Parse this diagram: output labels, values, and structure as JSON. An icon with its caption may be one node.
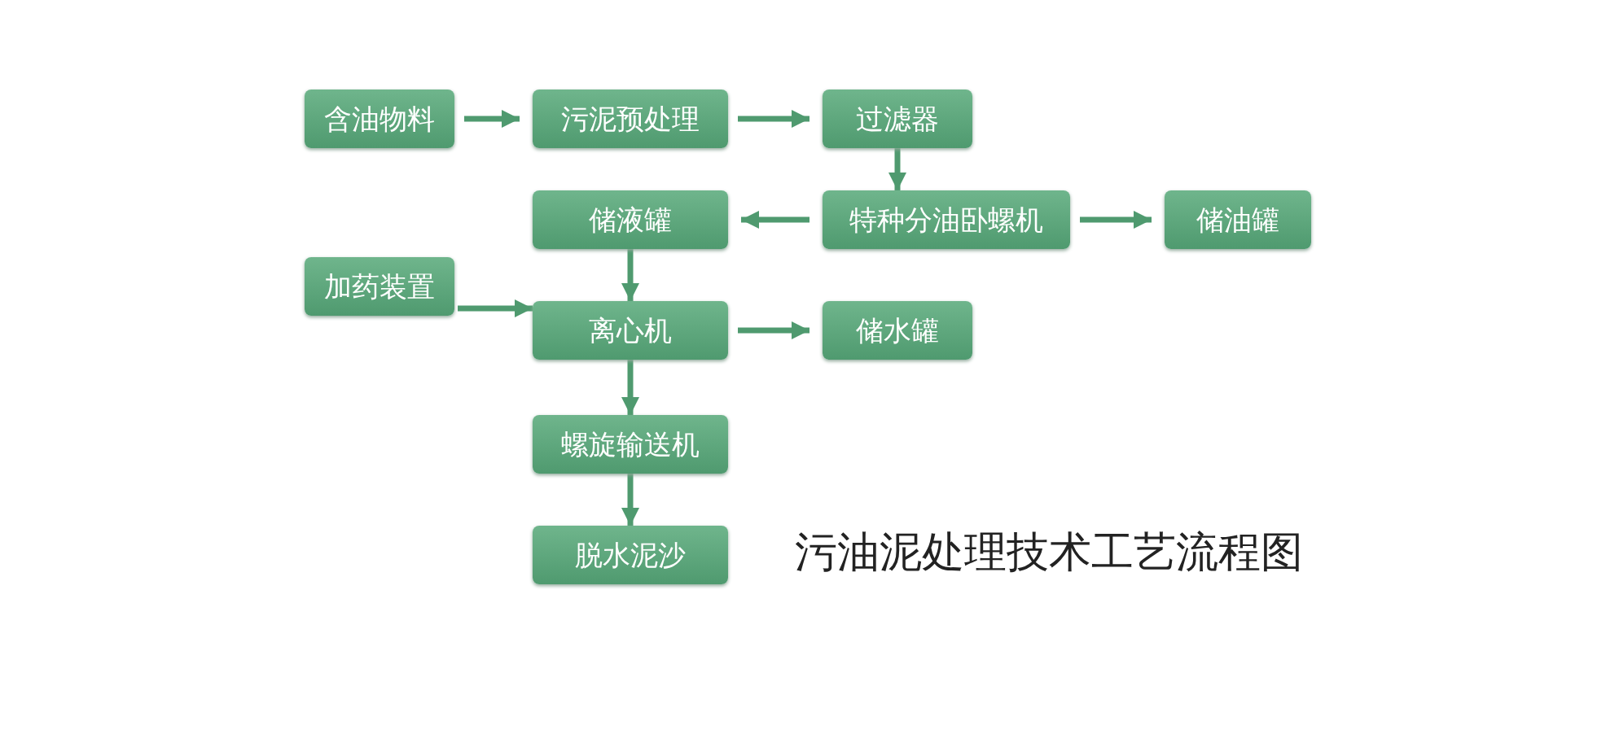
{
  "diagram": {
    "title": "污油泥处理技术工艺流程图",
    "nodes": [
      {
        "text": [
          "含油物料"
        ]
      },
      {
        "text": [
          "污泥预处理"
        ]
      },
      {
        "text": [
          "过滤器"
        ]
      },
      {
        "text": [
          "储液罐"
        ]
      },
      {
        "text": [
          "特种分油卧螺机"
        ]
      },
      {
        "text": [
          "储油罐"
        ]
      },
      {
        "text": [
          "加药装置"
        ]
      },
      {
        "text": [
          "离心机"
        ]
      },
      {
        "text": [
          "储水罐"
        ]
      },
      {
        "text": [
          "螺旋输送机"
        ]
      },
      {
        "text": [
          "脱水泥沙"
        ]
      }
    ],
    "edges": [
      {
        "from": 0,
        "to": 1,
        "arrow": "to"
      },
      {
        "from": 1,
        "to": 2,
        "arrow": "to"
      },
      {
        "from": 2,
        "to": 4,
        "arrow": "to"
      },
      {
        "from": 4,
        "to": 3,
        "arrow": "to"
      },
      {
        "from": 4,
        "to": 5,
        "arrow": "to"
      },
      {
        "from": 6,
        "to": 7,
        "arrow": "to"
      },
      {
        "from": 3,
        "to": 7,
        "arrow": "to"
      },
      {
        "from": 7,
        "to": 8,
        "arrow": "to"
      },
      {
        "from": 7,
        "to": 9,
        "arrow": "to"
      },
      {
        "from": 9,
        "to": 10,
        "arrow": "to"
      }
    ]
  }
}
